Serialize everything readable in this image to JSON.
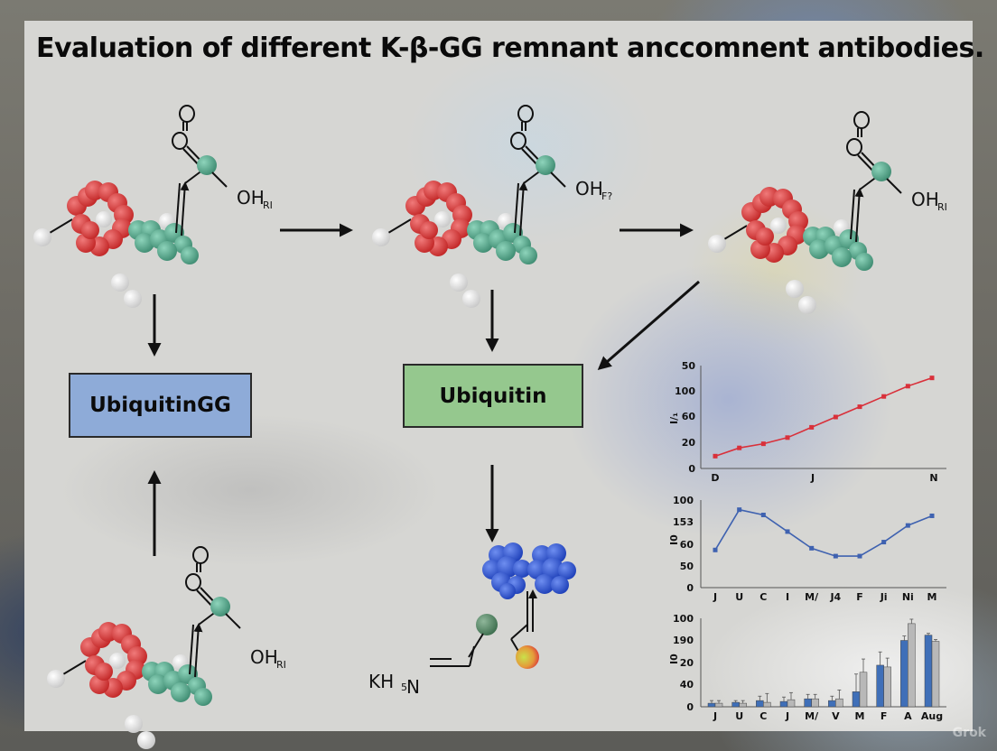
{
  "title": "Evaluation of different K-β-GG remnant anccomnent antibodies.",
  "boxes": {
    "left": "UbiquitinGG",
    "center": "Ubiquitin"
  },
  "molecules": {
    "top_left": {
      "label": "OH",
      "subscript": "RI"
    },
    "top_center": {
      "label": "OH",
      "subscript": "F?"
    },
    "top_right": {
      "label": "OH",
      "subscript": "RI"
    },
    "bottom_left": {
      "label": "OH",
      "subscript": "RI"
    },
    "bottom_center_amine": {
      "label": "KH",
      "subscript": "5",
      "suffix": "N"
    }
  },
  "colors": {
    "box_blue": "#8eabd8",
    "box_green": "#95c88e",
    "atom_red": "#d93a3a",
    "atom_teal": "#5aa88e",
    "atom_white": "#f4f4f4",
    "atom_blue": "#2f55d4",
    "series_red": "#d9303a",
    "series_blue": "#3f62b0",
    "bar_blue": "#3f6fb8",
    "bar_gray": "#b8b8b8"
  },
  "watermark": "Grok",
  "chart_data": [
    {
      "type": "line",
      "title": "",
      "xlabel": "",
      "ylabel": "I/₁",
      "x_tick_labels": [
        "D",
        "J",
        "N"
      ],
      "y_tick_labels": [
        "50",
        "100",
        "60",
        "20",
        "0"
      ],
      "x": [
        1,
        2,
        3,
        4,
        5,
        6,
        7,
        8,
        9,
        10
      ],
      "series": [
        {
          "name": "red",
          "color": "#d9303a",
          "values": [
            6,
            10,
            12,
            15,
            20,
            25,
            30,
            35,
            40,
            44
          ]
        }
      ],
      "ylim": [
        0,
        50
      ],
      "grid": false,
      "legend": "none"
    },
    {
      "type": "line",
      "title": "",
      "xlabel": "",
      "ylabel": "I0",
      "categories": [
        "J",
        "U",
        "C",
        "I",
        "M/",
        "J4",
        "F",
        "Ji",
        "Ni",
        "M"
      ],
      "y_tick_labels": [
        "100",
        "153",
        "60",
        "50",
        "0"
      ],
      "series": [
        {
          "name": "blue",
          "color": "#3f62b0",
          "values": [
            43,
            89,
            83,
            64,
            45,
            36,
            36,
            52,
            71,
            82
          ]
        }
      ],
      "ylim": [
        0,
        100
      ],
      "grid": false,
      "legend": "none"
    },
    {
      "type": "bar",
      "title": "",
      "xlabel": "",
      "ylabel": "I0",
      "categories": [
        "J",
        "U",
        "C",
        "J",
        "M/",
        "V",
        "M",
        "F",
        "A",
        "Aug"
      ],
      "y_tick_labels": [
        "100",
        "190",
        "20",
        "40",
        "0"
      ],
      "series": [
        {
          "name": "blue",
          "color": "#3f6fb8",
          "values": [
            4,
            5,
            7,
            6,
            9,
            7,
            17,
            47,
            75,
            81
          ],
          "errors": [
            3,
            2,
            5,
            5,
            5,
            5,
            20,
            15,
            5,
            2
          ]
        },
        {
          "name": "gray",
          "color": "#b8b8b8",
          "values": [
            4,
            4,
            5,
            8,
            9,
            9,
            39,
            45,
            94,
            74
          ],
          "errors": [
            3,
            3,
            10,
            8,
            5,
            10,
            15,
            10,
            5,
            2
          ]
        }
      ],
      "ylim": [
        0,
        100
      ],
      "grid": false,
      "legend": "none",
      "error_bars": true
    }
  ]
}
